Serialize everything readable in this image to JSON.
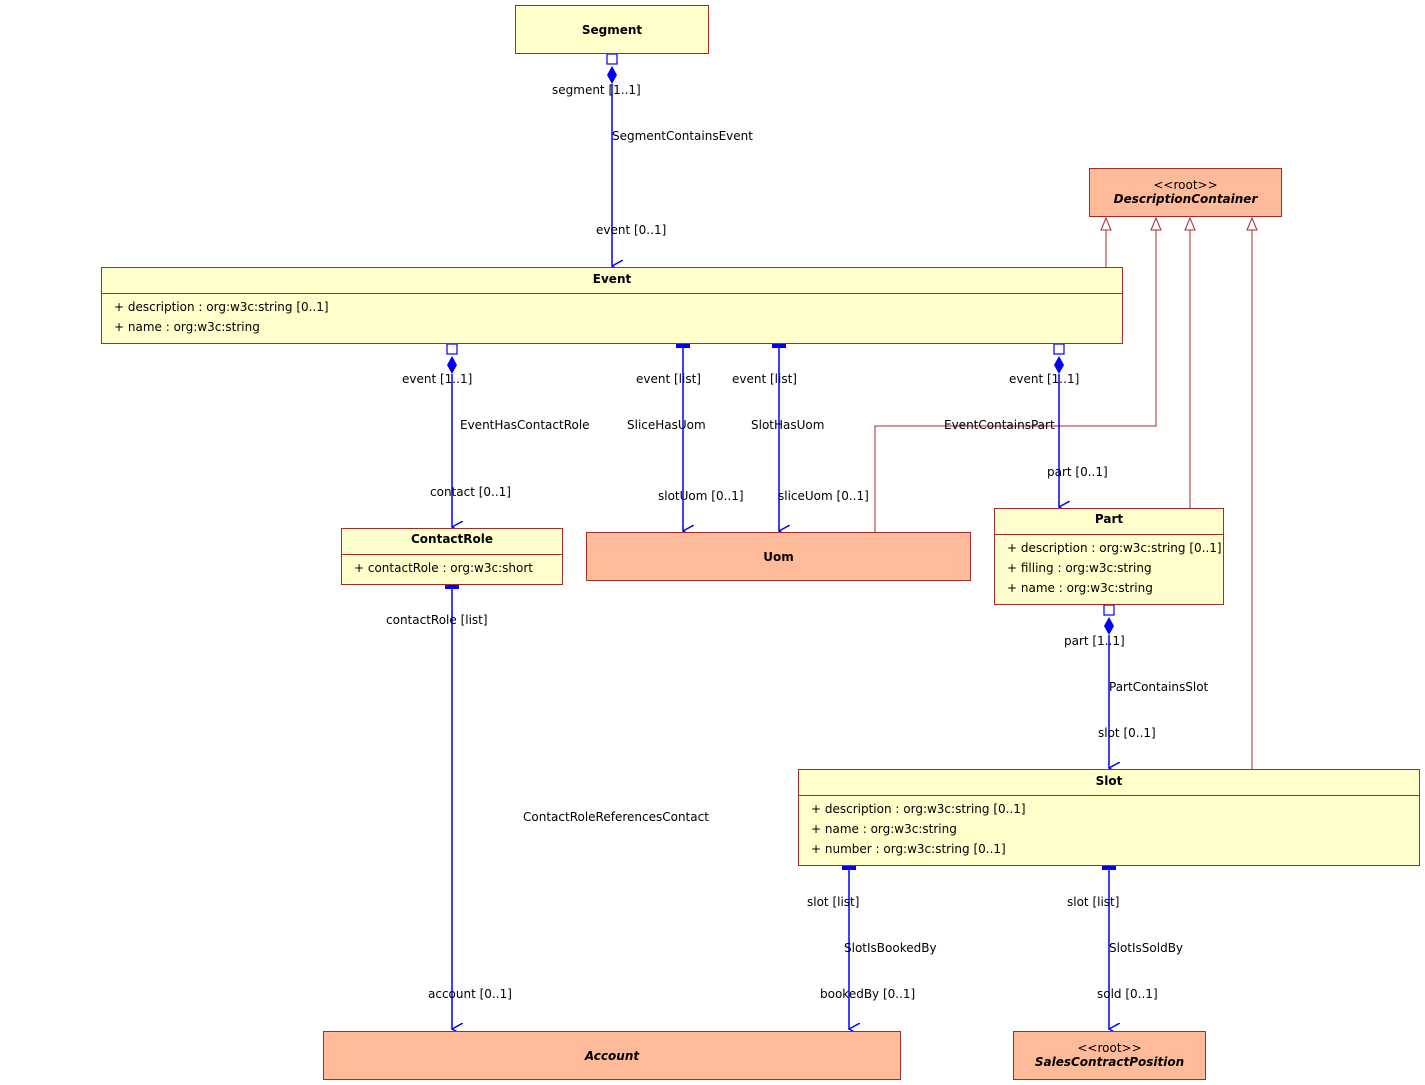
{
  "classes": {
    "segment": {
      "name": "Segment"
    },
    "description_container": {
      "stereotype": "<<root>>",
      "name": "DescriptionContainer"
    },
    "event": {
      "name": "Event",
      "attributes": [
        "+ description : org:w3c:string [0..1]",
        "+ name : org:w3c:string"
      ]
    },
    "contact_role": {
      "name": "ContactRole",
      "attributes": [
        "+ contactRole : org:w3c:short"
      ]
    },
    "uom": {
      "name": "Uom"
    },
    "part": {
      "name": "Part",
      "attributes": [
        "+ description : org:w3c:string [0..1]",
        "+ filling : org:w3c:string",
        "+ name : org:w3c:string"
      ]
    },
    "slot": {
      "name": "Slot",
      "attributes": [
        "+ description : org:w3c:string [0..1]",
        "+ name : org:w3c:string",
        "+ number : org:w3c:string [0..1]"
      ]
    },
    "account": {
      "name": "Account"
    },
    "sales_contract_position": {
      "stereotype": "<<root>>",
      "name": "SalesContractPosition"
    }
  },
  "associations": {
    "segment_contains_event": {
      "name": "SegmentContainsEvent",
      "source_role": "segment [1..1]",
      "target_role": "event [0..1]"
    },
    "event_has_contact_role": {
      "name": "EventHasContactRole",
      "source_role": "event [1..1]",
      "target_role": "contact [0..1]"
    },
    "slice_has_uom": {
      "name": "SliceHasUom",
      "source_role": "event [list]",
      "target_role": "slotUom [0..1]"
    },
    "slot_has_uom": {
      "name": "SlotHasUom",
      "source_role": "event [list]",
      "target_role": "sliceUom [0..1]"
    },
    "event_contains_part": {
      "name": "EventContainsPart",
      "source_role": "event [1..1]",
      "target_role": "part [0..1]"
    },
    "contact_role_references_contact": {
      "name": "ContactRoleReferencesContact",
      "source_role": "contactRole [list]",
      "target_role": "account [0..1]"
    },
    "part_contains_slot": {
      "name": "PartContainsSlot",
      "source_role": "part [1..1]",
      "target_role": "slot [0..1]"
    },
    "slot_is_booked_by": {
      "name": "SlotIsBookedBy",
      "source_role": "slot [list]",
      "target_role": "bookedBy [0..1]"
    },
    "slot_is_sold_by": {
      "name": "SlotIsSoldBy",
      "source_role": "slot [list]",
      "target_role": "sold [0..1]"
    }
  },
  "colors": {
    "class_fill": "#ffffcc",
    "root_fill": "#ffbb99",
    "border": "#a52a2a",
    "association": "#0000ff",
    "generalization": "#a52a2a"
  }
}
